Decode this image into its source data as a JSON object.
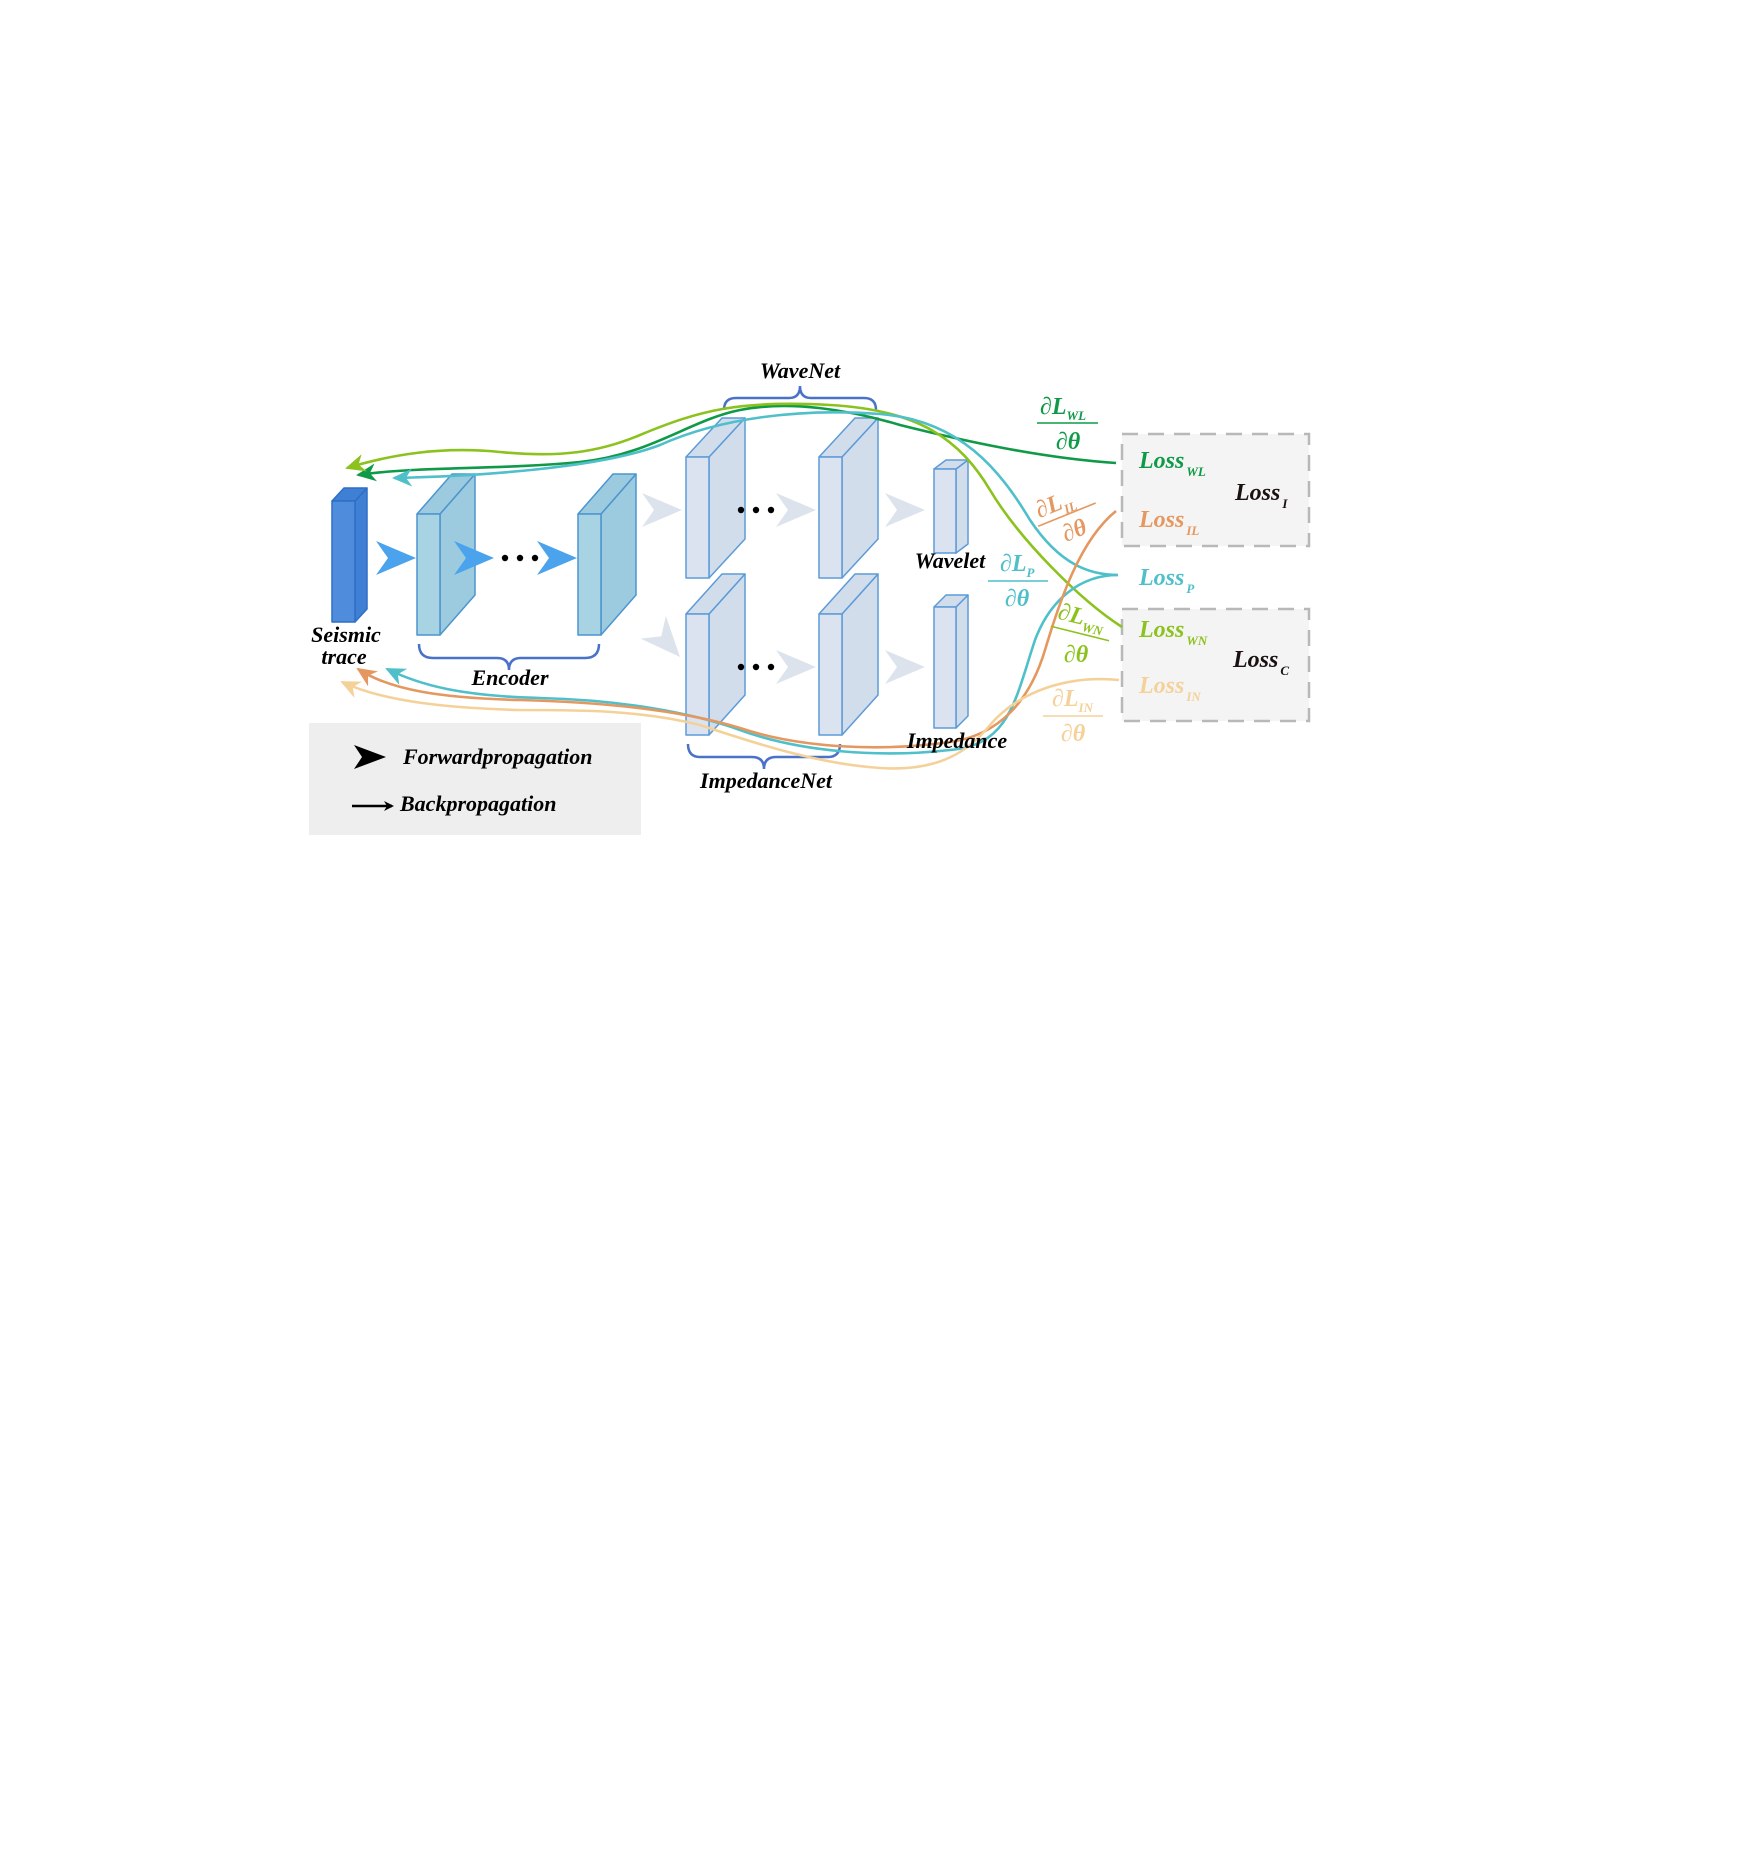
{
  "labels": {
    "seismic_line1": "Seismic",
    "seismic_line2": "trace",
    "encoder": "Encoder",
    "wavenet": "WaveNet",
    "impedancenet": "ImpedanceNet",
    "wavelet": "Wavelet",
    "impedance": "Impedance"
  },
  "legend": {
    "forward": "Forwardpropagation",
    "backward": "Backpropagation"
  },
  "losses": {
    "wl": {
      "main": "Loss",
      "sub": "WL"
    },
    "il": {
      "main": "Loss",
      "sub": "IL"
    },
    "p": {
      "main": "Loss",
      "sub": "P"
    },
    "wn": {
      "main": "Loss",
      "sub": "WN"
    },
    "in": {
      "main": "Loss",
      "sub": "IN"
    },
    "group_i": {
      "main": "Loss",
      "sub": "I"
    },
    "group_c": {
      "main": "Loss",
      "sub": "C"
    }
  },
  "gradients": {
    "wl": {
      "num": "∂L",
      "sub": "WL",
      "den": "∂θ"
    },
    "il": {
      "num": "∂L",
      "sub": "IL",
      "den": "∂θ"
    },
    "p": {
      "num": "∂L",
      "sub": "P",
      "den": "∂θ"
    },
    "wn": {
      "num": "∂L",
      "sub": "WN",
      "den": "∂θ"
    },
    "in": {
      "num": "∂L",
      "sub": "IN",
      "den": "∂θ"
    }
  },
  "colors": {
    "wl": "#0f9a48",
    "il": "#e4985f",
    "p": "#4fbfca",
    "wn": "#8cc21e",
    "in": "#f5d19a",
    "forward_arrow": "#4aa3ec",
    "inactive_arrow": "#dde3ed",
    "brace": "#4a72c8"
  }
}
